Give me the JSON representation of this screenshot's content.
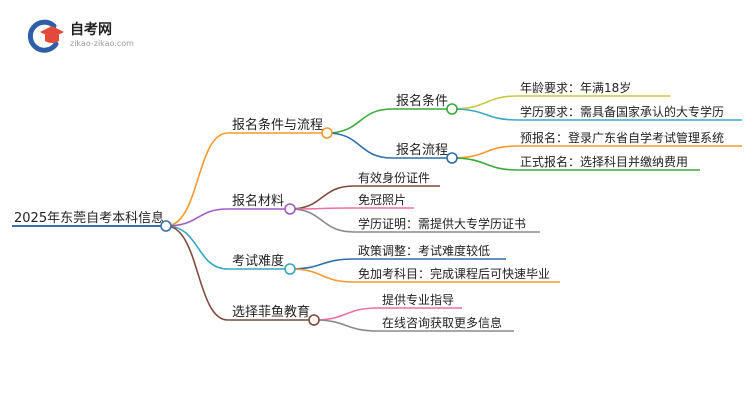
{
  "logo": {
    "title": "自考网",
    "url": "zikao-zikao.com",
    "colors": {
      "ring": "#2f5ea8",
      "cap": "#e34a3c"
    }
  },
  "root": {
    "label": "2025年东莞自考本科信息",
    "color": "#3b6fae"
  },
  "branches": [
    {
      "label": "报名条件与流程",
      "color": "#f39a2e",
      "children": [
        {
          "label": "报名条件",
          "color": "#3aaa3a",
          "children": [
            {
              "label": "年龄要求：年满18岁",
              "color": "#c7c93a"
            },
            {
              "label": "学历要求：需具备国家承认的大专学历",
              "color": "#39a7c3"
            }
          ]
        },
        {
          "label": "报名流程",
          "color": "#2e6ead",
          "children": [
            {
              "label": "预报名：登录广东省自学考试管理系统",
              "color": "#f39a2e"
            },
            {
              "label": "正式报名：选择科目并缴纳费用",
              "color": "#3aaa3a"
            }
          ]
        }
      ]
    },
    {
      "label": "报名材料",
      "color": "#a05ac2",
      "children": [
        {
          "label": "有效身份证件",
          "color": "#7e4a3c"
        },
        {
          "label": "免冠照片",
          "color": "#ef6fa0"
        },
        {
          "label": "学历证明：需提供大专学历证书",
          "color": "#8a8a8a"
        }
      ]
    },
    {
      "label": "考试难度",
      "color": "#36a6c2",
      "children": [
        {
          "label": "政策调整：考试难度较低",
          "color": "#2e6ead"
        },
        {
          "label": "免加考科目：完成课程后可快速毕业",
          "color": "#f39a2e"
        }
      ]
    },
    {
      "label": "选择菲鱼教育",
      "color": "#7e4a3c",
      "children": [
        {
          "label": "提供专业指导",
          "color": "#ef6fa0"
        },
        {
          "label": "在线咨询获取更多信息",
          "color": "#8a8a8a"
        }
      ]
    }
  ]
}
